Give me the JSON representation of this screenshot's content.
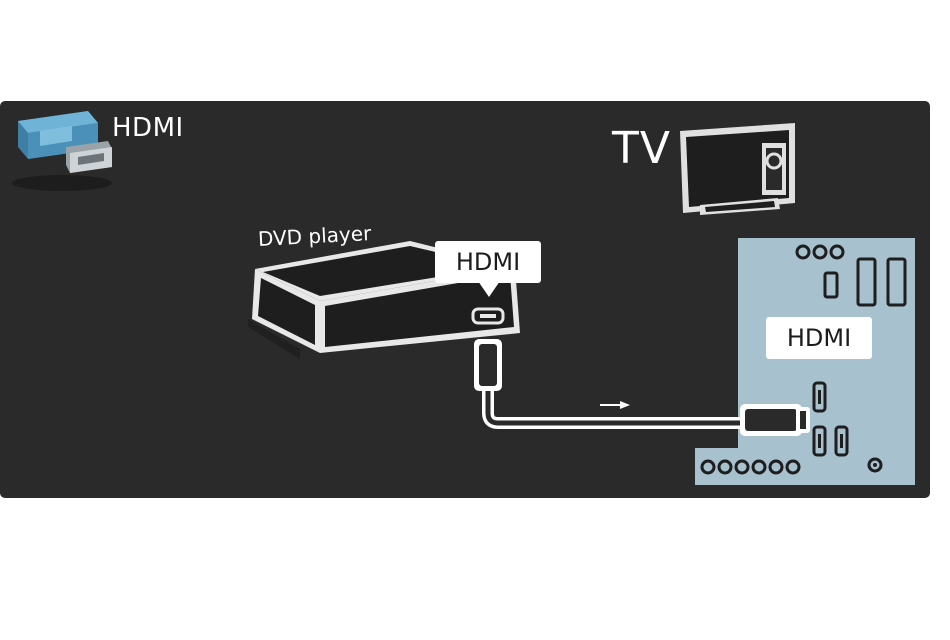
{
  "diagram": {
    "legend_label": "HDMI",
    "tv_label": "TV",
    "dvd_label": "DVD player",
    "dvd_connector_label": "HDMI",
    "tv_connector_label": "HDMI"
  },
  "colors": {
    "background": "#2a2a2a",
    "tv_panel": "#a7c1cf",
    "connector_blue": "#4a90b8",
    "cable": "#ffffff"
  },
  "icons": [
    "hdmi-plug-icon",
    "tv-icon",
    "dvd-player-icon",
    "hdmi-port-icon",
    "arrow-right-icon"
  ]
}
